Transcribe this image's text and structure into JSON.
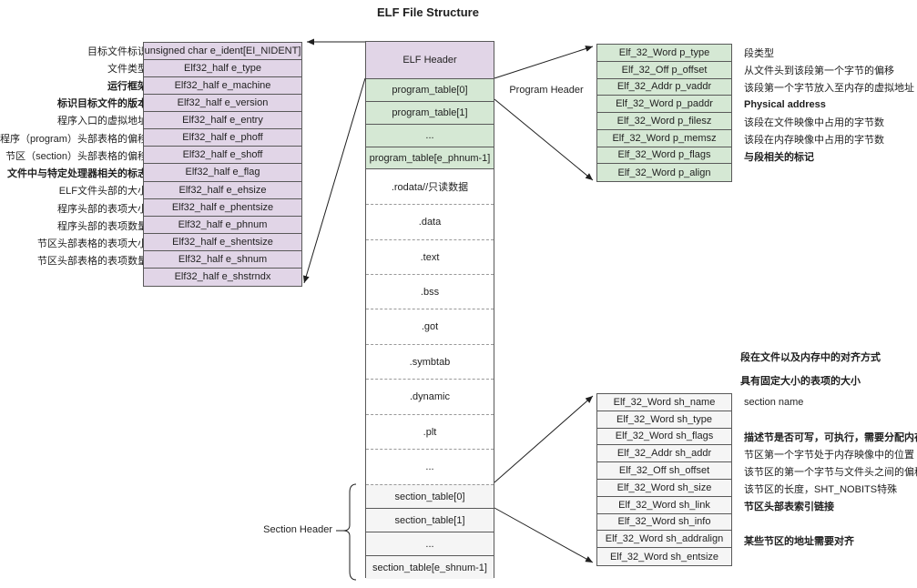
{
  "title": "ELF File Structure",
  "colors": {
    "purple_fill": "#e1d5e7",
    "green_fill": "#d5e8d4",
    "gray_fill": "#f5f5f5",
    "border": "#595959"
  },
  "elf_header_table": {
    "rows": [
      {
        "label": "目标文件标识",
        "field": "unsigned char e_ident[EI_NIDENT]"
      },
      {
        "label": "文件类型",
        "field": "Elf32_half e_type"
      },
      {
        "label": "运行框架",
        "field": "Elf32_half e_machine"
      },
      {
        "label": "标识目标文件的版本",
        "field": "Elf32_half e_version"
      },
      {
        "label": "程序入口的虚拟地址",
        "field": "Elf32_half e_entry"
      },
      {
        "label": "程序（program）头部表格的偏移",
        "field": "Elf32_half e_phoff"
      },
      {
        "label": "节区（section）头部表格的偏移",
        "field": "Elf32_half e_shoff"
      },
      {
        "label": "文件中与特定处理器相关的标志",
        "field": "Elf32_half e_flag"
      },
      {
        "label": "ELF文件头部的大小",
        "field": "Elf32_half e_ehsize"
      },
      {
        "label": "程序头部的表项大小",
        "field": "Elf32_half e_phentsize"
      },
      {
        "label": "程序头部的表项数量",
        "field": "Elf32_half e_phnum"
      },
      {
        "label": "节区头部表格的表项大小",
        "field": "Elf32_half e_shentsize"
      },
      {
        "label": "节区头部表格的表项数量",
        "field": "Elf32_half e_shnum"
      },
      {
        "label": "",
        "field": "Elf32_half e_shstrndx"
      }
    ]
  },
  "file_layout": {
    "elf_header_label": "ELF Header",
    "program_rows": [
      "program_table[0]",
      "program_table[1]",
      "...",
      "program_table[e_phnum-1]"
    ],
    "section_rows": [
      ".rodata//只读数据",
      ".data",
      ".text",
      ".bss",
      ".got",
      ".symbtab",
      ".dynamic",
      ".plt",
      "..."
    ],
    "section_table_rows": [
      "section_table[0]",
      "section_table[1]",
      "...",
      "section_table[e_shnum-1]"
    ]
  },
  "program_header": {
    "label": "Program Header",
    "rows": [
      {
        "field": "Elf_32_Word p_type",
        "note": "段类型"
      },
      {
        "field": "Elf_32_Off p_offset",
        "note": "从文件头到该段第一个字节的偏移"
      },
      {
        "field": "Elf_32_Addr p_vaddr",
        "note": "该段第一个字节放入至内存的虚拟地址"
      },
      {
        "field": "Elf_32_Word p_paddr",
        "note": "Physical address"
      },
      {
        "field": "Elf_32_Word p_filesz",
        "note": "该段在文件映像中占用的字节数"
      },
      {
        "field": "Elf_32_Word p_memsz",
        "note": "该段在内存映像中占用的字节数"
      },
      {
        "field": "Elf_32_Word p_flags",
        "note": "与段相关的标记"
      },
      {
        "field": "Elf_32_Word p_align",
        "note": ""
      }
    ],
    "extra_notes": [
      "段在文件以及内存中的对齐方式",
      "具有固定大小的表项的大小"
    ]
  },
  "section_header": {
    "label": "Section Header",
    "rows": [
      {
        "field": "Elf_32_Word sh_name",
        "note": "section name"
      },
      {
        "field": "Elf_32_Word sh_type",
        "note": ""
      },
      {
        "field": "Elf_32_Word sh_flags",
        "note": "描述节是否可写，可执行，需要分配内存等"
      },
      {
        "field": "Elf_32_Addr sh_addr",
        "note": "节区第一个字节处于内存映像中的位置"
      },
      {
        "field": "Elf_32_Off sh_offset",
        "note": "该节区的第一个字节与文件头之间的偏移"
      },
      {
        "field": "Elf_32_Word sh_size",
        "note": "该节区的长度，SHT_NOBITS特殊"
      },
      {
        "field": "Elf_32_Word sh_link",
        "note": "节区头部表索引链接"
      },
      {
        "field": "Elf_32_Word sh_info",
        "note": ""
      },
      {
        "field": "Elf_32_Word sh_addralign",
        "note": "某些节区的地址需要对齐"
      },
      {
        "field": "Elf_32_Word sh_entsize",
        "note": ""
      }
    ]
  }
}
